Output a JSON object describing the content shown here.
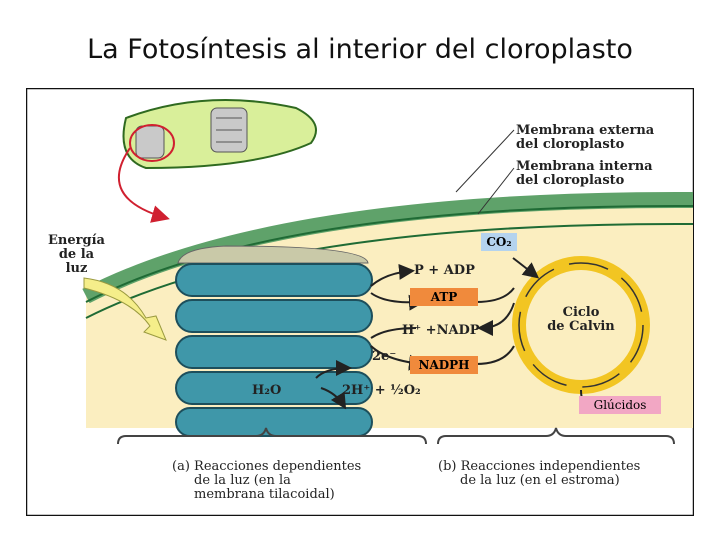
{
  "slide": {
    "title": "La Fotosíntesis al interior del cloroplasto"
  },
  "diagram": {
    "membrane_outer": [
      "Membrana externa",
      "del cloroplasto"
    ],
    "membrane_inner": [
      "Membrana interna",
      "del cloroplasto"
    ],
    "light_energy": [
      "Energía",
      "de la",
      "luz"
    ],
    "pi_adp": "P + ADP",
    "atp": "ATP",
    "h_nadp": "H⁺ +NADP⁺",
    "e2": "2e⁻",
    "nadph": "NADPH",
    "h2o": "H₂O",
    "products": "2H⁺ + ½O₂",
    "co2": "CO₂",
    "calvin": [
      "Ciclo",
      "de Calvin"
    ],
    "glucidos": "Glúcidos",
    "caption_a": [
      "(a) Reacciones dependientes",
      "de la luz (en la",
      "membrana tilacoidal)"
    ],
    "caption_b": [
      "(b) Reacciones independientes",
      "de la luz (en el estroma)"
    ],
    "colors": {
      "stroma": "#fbeec0",
      "membrane": "#5fa26a",
      "thylakoid": "#3f97a9",
      "cycle": "#f2c522",
      "atp_box": "#f08a3c",
      "co2_box": "#b4d3ee",
      "glucidos_box": "#f2a7c4"
    }
  }
}
